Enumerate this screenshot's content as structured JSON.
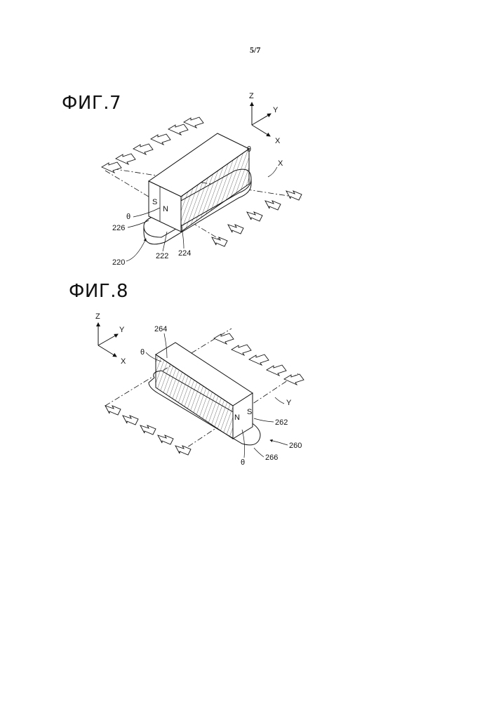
{
  "page_number": "5/7",
  "figures": [
    {
      "label": "ФИГ.7",
      "axes": {
        "z": "Z",
        "y": "Y",
        "x": "X"
      },
      "annotations": {
        "theta_right": "θ",
        "theta_left": "θ",
        "axis_x": "X",
        "pole_s": "S",
        "pole_n": "N"
      },
      "refs": [
        "226",
        "220",
        "222",
        "224"
      ]
    },
    {
      "label": "ФИГ.8",
      "axes": {
        "z": "Z",
        "y": "Y",
        "x": "X"
      },
      "annotations": {
        "theta_left": "θ",
        "theta_bottom": "θ",
        "axis_y": "Y",
        "pole_s": "S",
        "pole_n": "N"
      },
      "refs": [
        "264",
        "262",
        "260",
        "266"
      ]
    }
  ]
}
